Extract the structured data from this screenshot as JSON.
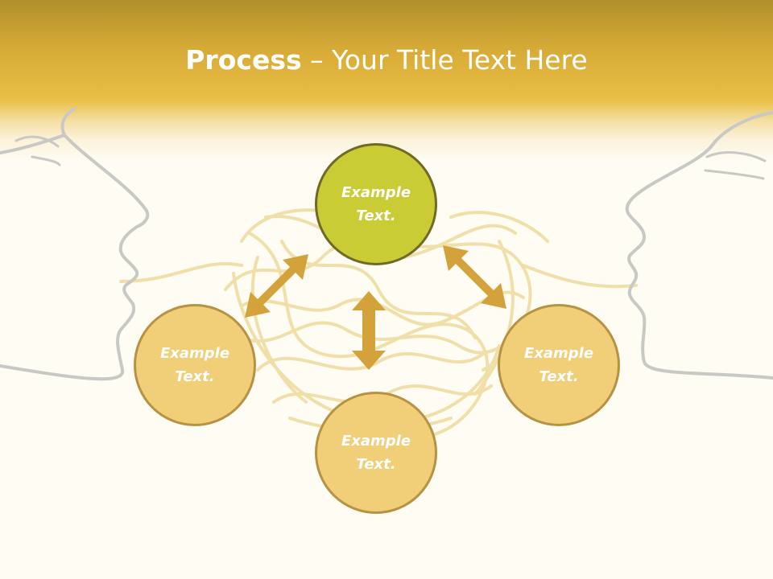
{
  "slide": {
    "title_bold": "Process",
    "title_rest": " – Your Title Text Here"
  },
  "nodes": [
    {
      "id": "top",
      "text": "Example Text."
    },
    {
      "id": "left",
      "text": "Example Text."
    },
    {
      "id": "right",
      "text": "Example Text."
    },
    {
      "id": "bottom",
      "text": "Example Text."
    }
  ],
  "colors": {
    "header_gold": "#e9bd44",
    "node_fill": "#f0cf78",
    "node_top_fill": "#c9cc35",
    "arrow": "#d4a23a",
    "background": "#fefcf3"
  }
}
